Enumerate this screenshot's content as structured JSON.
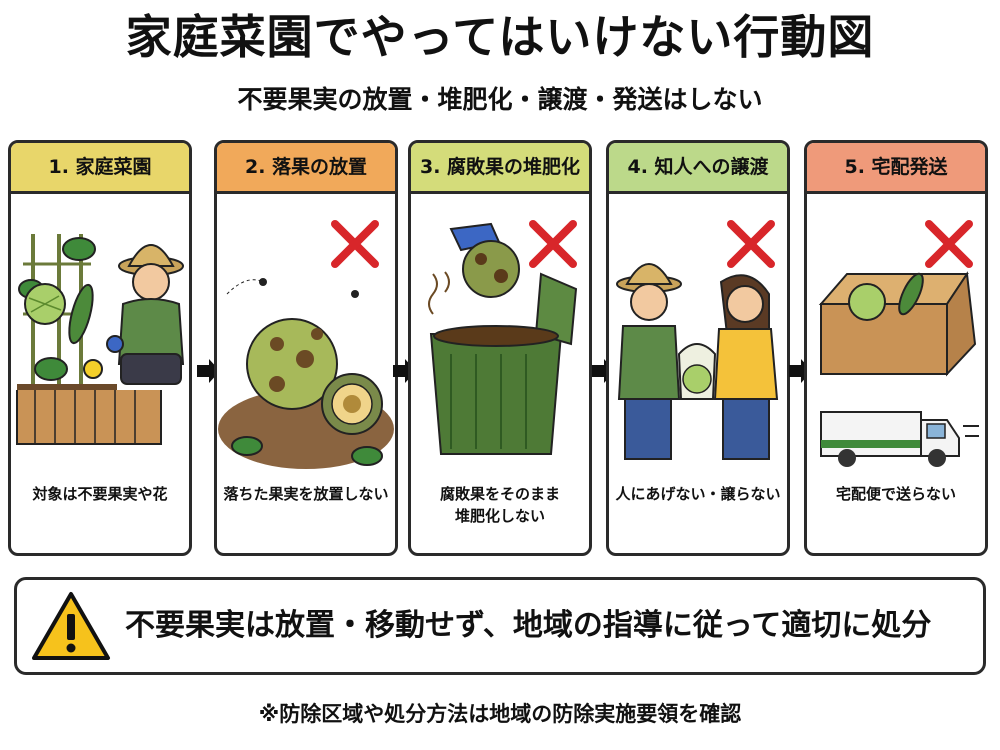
{
  "title": "家庭菜園でやってはいけない行動図",
  "subtitle": "不要果実の放置・堆肥化・譲渡・発送はしない",
  "panels": [
    {
      "header": "1. 家庭菜園",
      "caption": "対象は不要果実や花",
      "header_color": "#e8d66a",
      "has_cross": false
    },
    {
      "header": "2. 落果の放置",
      "caption": "落ちた果実を放置しない",
      "header_color": "#f1a95a",
      "has_cross": true
    },
    {
      "header": "3. 腐敗果の堆肥化",
      "caption": "腐敗果をそのまま\n堆肥化しない",
      "header_color": "#d4dc7a",
      "has_cross": true
    },
    {
      "header": "4. 知人への譲渡",
      "caption": "人にあげない・譲らない",
      "header_color": "#bcd98a",
      "has_cross": true
    },
    {
      "header": "5. 宅配発送",
      "caption": "宅配便で送らない",
      "header_color": "#ef9a7a",
      "has_cross": true
    }
  ],
  "warning": {
    "text": "不要果実は放置・移動せず、地域の指導に従って適切に処分",
    "icon": "warning-triangle-icon"
  },
  "footnote": "※防除区域や処分方法は地域の防除実施要領を確認",
  "colors": {
    "cross": "#d8262a",
    "border": "#2a2a2a",
    "warning_yellow": "#f6c21c"
  }
}
